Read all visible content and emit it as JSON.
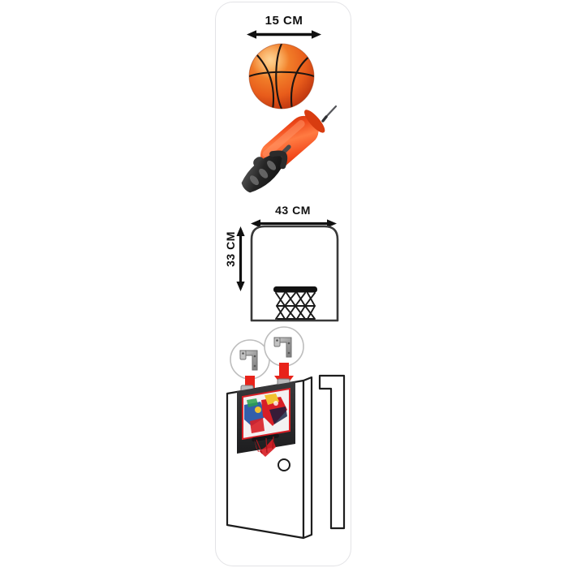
{
  "panel": {
    "name": "mini-basketball-hoop-instruction-panel",
    "background_color": "#ffffff",
    "border_color": "#e3e3e6"
  },
  "sections": {
    "ball": {
      "title": "basketball-with-size-callout",
      "dimension_label": "15 CM",
      "item_name": "basketball",
      "colors": {
        "highlight": "#f79633",
        "mid": "#ef6a21",
        "shadow": "#c6330f",
        "seam": "#231f20"
      }
    },
    "pump": {
      "title": "inflation-pump",
      "item_name": "air pump",
      "colors": {
        "barrel": "#f4481c",
        "barrel_light": "#ff7a3d",
        "handle": "#2b2b2b",
        "needle": "#4a4a4a"
      }
    },
    "hoop": {
      "title": "backboard-dimensions",
      "width_label": "43 CM",
      "height_label": "33 CM",
      "item_name": "backboard with rim and net",
      "colors": {
        "outline": "#3a3a3a",
        "rim": "#111111",
        "net": "#1a1a1a"
      }
    },
    "door": {
      "title": "door-mount-installation",
      "item_name": "over-the-door hoop installation",
      "hook_callouts": [
        {
          "id": "hook-left",
          "label": ""
        },
        {
          "id": "hook-right",
          "label": ""
        }
      ],
      "colors": {
        "arrow": "#e8231a",
        "hook_body": "#9b9b9b",
        "hook_light": "#cfcfcf",
        "callout_ring": "#bdbdbd",
        "door_line": "#1d1d1d",
        "board_frame": "#2e2e30",
        "graphic_red": "#d81f26",
        "graphic_blue": "#1e4fa3",
        "graphic_yellow": "#f2c230"
      }
    }
  }
}
